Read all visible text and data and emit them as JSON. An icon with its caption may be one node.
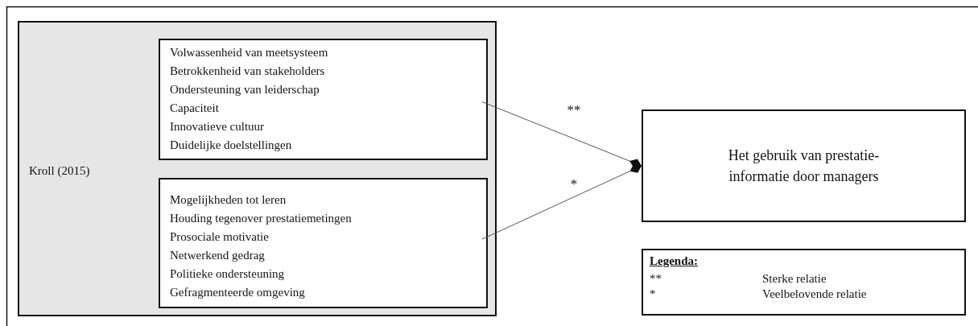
{
  "diagram": {
    "nodes": [
      {
        "text": [
          "Kroll (2015)"
        ]
      },
      {
        "text": [
          "Volwassenheid van meetsysteem",
          "Betrokkenheid van stakeholders",
          "Ondersteuning van leiderschap",
          "Capaciteit",
          "Innovatieve cultuur",
          "Duidelijke doelstellingen"
        ],
        "in": 0
      },
      {
        "text": [
          "Mogelijkheden tot leren",
          "Houding tegenover prestatiemetingen",
          "Prosociale motivatie",
          "Netwerkend gedrag",
          "Politieke ondersteuning",
          "Gefragmenteerde omgeving"
        ],
        "in": 0
      },
      {
        "text": [
          "Het gebruik van prestatie-informatie door managers"
        ]
      },
      {
        "text": [
          "Legenda:",
          "**",
          "Sterke relatie",
          "*",
          "Veelbelovende relatie"
        ]
      }
    ],
    "edges": [
      {
        "from": 1,
        "to": 3,
        "arrow": "other",
        "label": "**"
      },
      {
        "from": 2,
        "to": 3,
        "arrow": "other",
        "label": "*"
      }
    ]
  }
}
